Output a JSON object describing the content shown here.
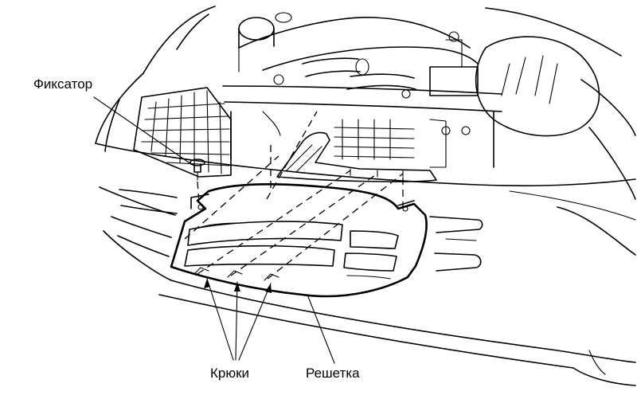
{
  "labels": {
    "fixator": "Фиксатор",
    "hooks": "Крюки",
    "grille": "Решетка"
  },
  "colors": {
    "line": "#000000",
    "background": "#ffffff"
  }
}
